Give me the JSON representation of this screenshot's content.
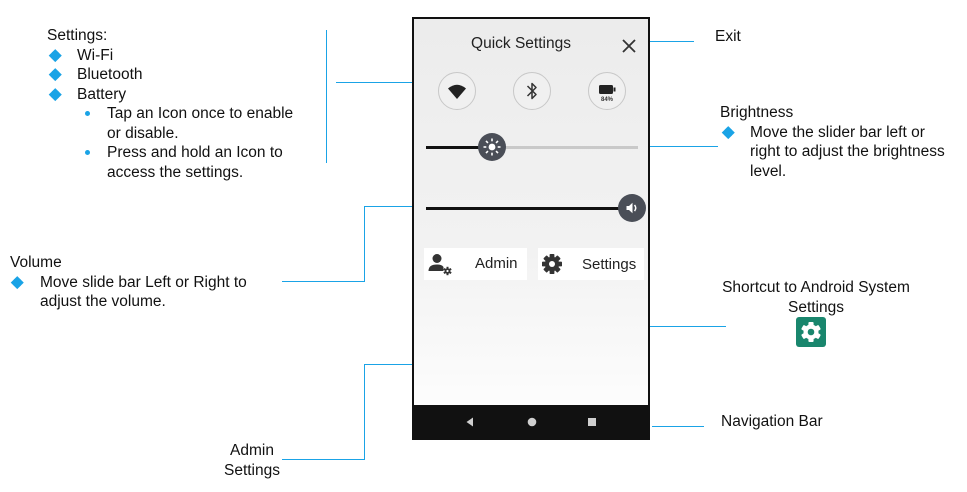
{
  "phone": {
    "title": "Quick Settings",
    "battery_level": "84%",
    "brightness_level": 0.31,
    "volume_level": 0.97,
    "tiles": {
      "admin_label": "Admin",
      "settings_label": "Settings"
    },
    "icons": [
      "close-icon",
      "wifi-icon",
      "bluetooth-icon",
      "battery-icon",
      "brightness-icon",
      "volume-icon",
      "admin-user-icon",
      "gear-icon",
      "back-icon",
      "home-icon",
      "recents-icon"
    ]
  },
  "annotations": {
    "settings": {
      "heading": "Settings:",
      "items": [
        "Wi-Fi",
        "Bluetooth",
        "Battery"
      ],
      "sub_bullets": [
        [
          "Tap an Icon once to enable",
          "or disable."
        ],
        [
          "Press and hold an Icon to",
          "access the settings."
        ]
      ]
    },
    "volume": {
      "heading": "Volume",
      "lines": [
        "Move slide bar Left or Right to",
        "adjust the volume."
      ]
    },
    "admin": {
      "lines": [
        "Admin",
        "Settings"
      ]
    },
    "exit": {
      "label": "Exit"
    },
    "brightness": {
      "heading": "Brightness",
      "lines": [
        "Move the slider bar left or",
        "right to adjust the brightness",
        "level."
      ]
    },
    "shortcut": {
      "lines": [
        "Shortcut to Android System",
        "Settings"
      ]
    },
    "navigation": {
      "label": "Navigation Bar"
    }
  },
  "colors": {
    "accent": "#1aa3e6",
    "knob": "#4a4e57",
    "shortcut_icon_bg": "#19866d",
    "navbar": "#111111"
  }
}
